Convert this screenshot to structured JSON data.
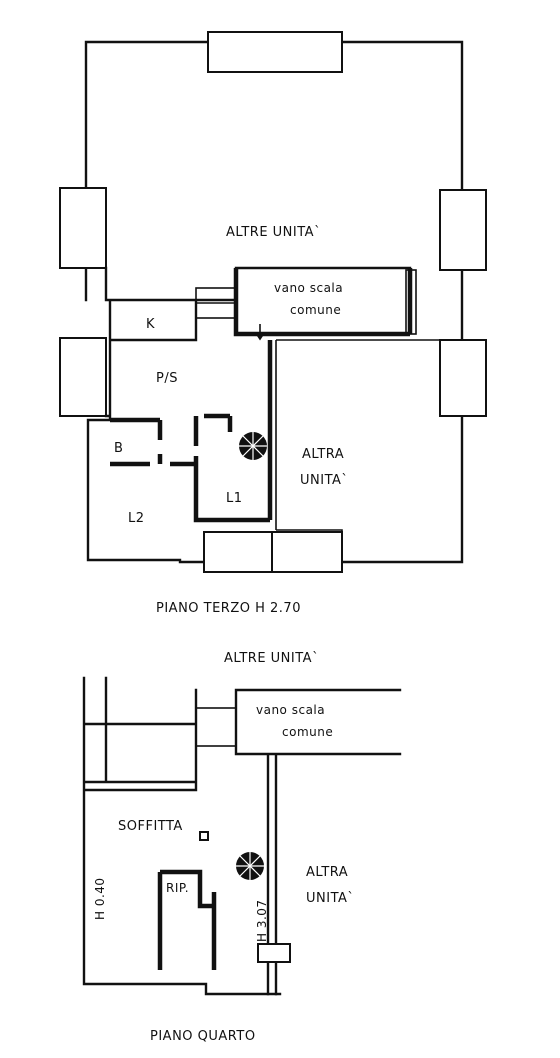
{
  "floor3": {
    "other_units_top": "ALTRE  UNITA`",
    "stair_label_line1": "vano  scala",
    "stair_label_line2": "comune",
    "room_k": "K",
    "room_ps": "P/S",
    "room_b": "B",
    "room_l2": "L2",
    "room_l1": "L1",
    "other_unit_line1": "ALTRA",
    "other_unit_line2": "UNITA`",
    "caption": "PIANO    TERZO    H 2.70"
  },
  "floor4": {
    "other_units_top": "ALTRE  UNITA`",
    "stair_label_line1": "vano  scala",
    "stair_label_line2": "comune",
    "room_soffitta": "SOFFITTA",
    "room_rip": "RIP.",
    "other_unit_line1": "ALTRA",
    "other_unit_line2": "UNITA`",
    "height_left": "H 0.40",
    "height_right": "H 3.07",
    "caption": "PIANO    QUARTO"
  }
}
